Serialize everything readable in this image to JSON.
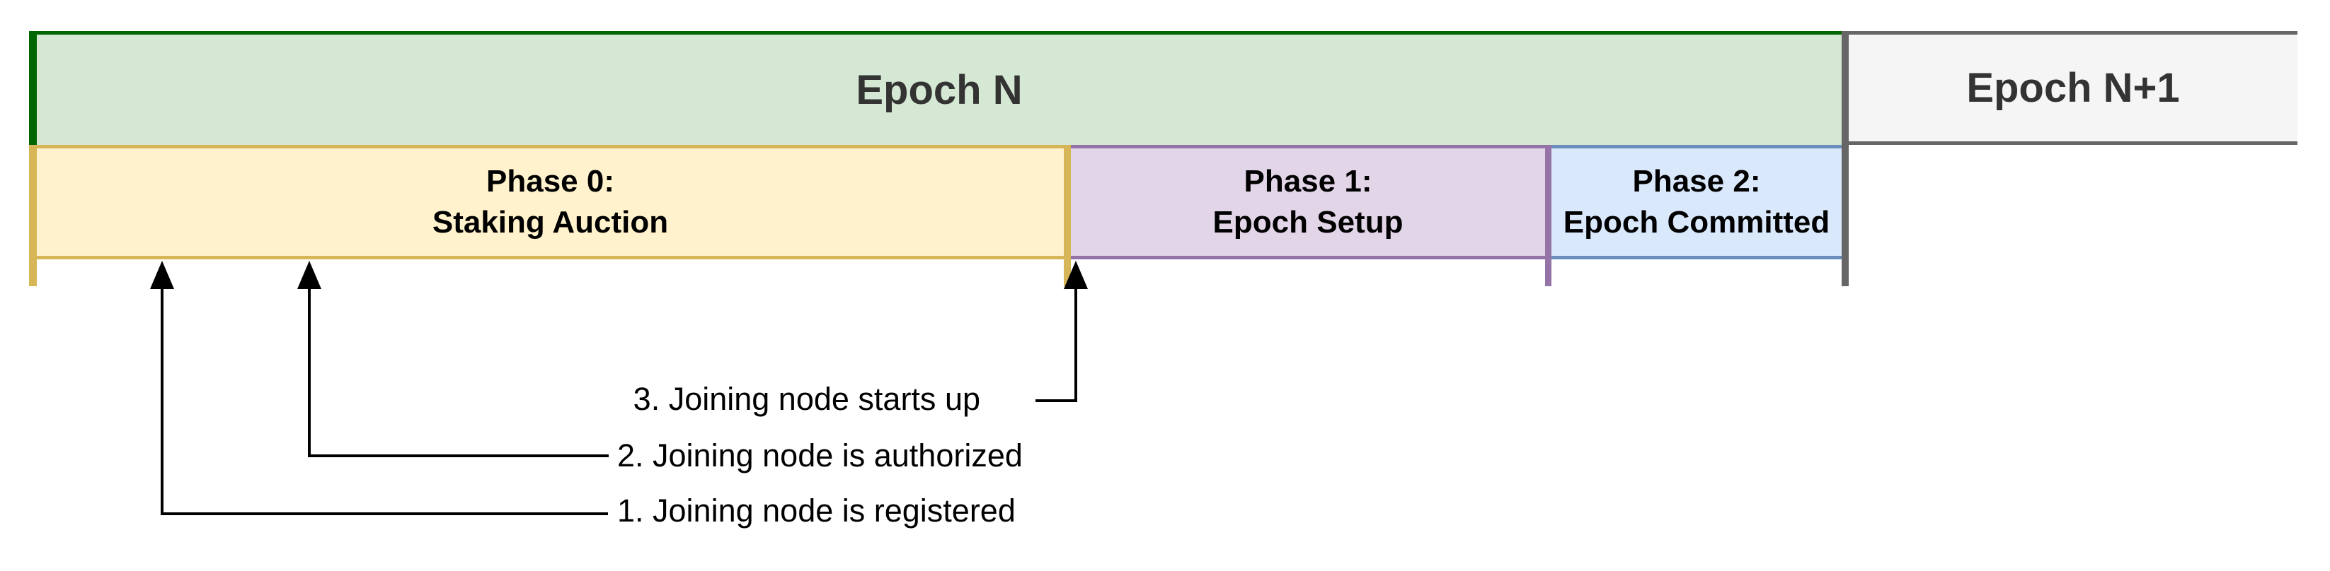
{
  "diagram": {
    "epochs": [
      {
        "label": "Epoch N"
      },
      {
        "label": "Epoch N+1"
      }
    ],
    "phases": [
      {
        "line1": "Phase 0:",
        "line2": "Staking Auction"
      },
      {
        "line1": "Phase 1:",
        "line2": "Epoch Setup"
      },
      {
        "line1": "Phase 2:",
        "line2": "Epoch Committed"
      }
    ],
    "annotations": [
      {
        "label": "1. Joining node is registered"
      },
      {
        "label": "2. Joining node is authorized"
      },
      {
        "label": "3. Joining node starts up"
      }
    ]
  },
  "colors": {
    "epoch_n_fill": "#d5e8d4",
    "epoch_n_border": "#006600",
    "epoch_n1_fill": "#f5f5f5",
    "epoch_n1_border": "#666666",
    "phase0_fill": "#fff2cc",
    "phase0_border": "#d6b656",
    "phase1_fill": "#e1d5e7",
    "phase1_border": "#9673a6",
    "phase2_fill": "#dae8fc",
    "phase2_border": "#6c8ebf",
    "divider": "#666666",
    "epoch_text": "#333333",
    "phase_text": "#000000",
    "annotation": "#000000"
  }
}
